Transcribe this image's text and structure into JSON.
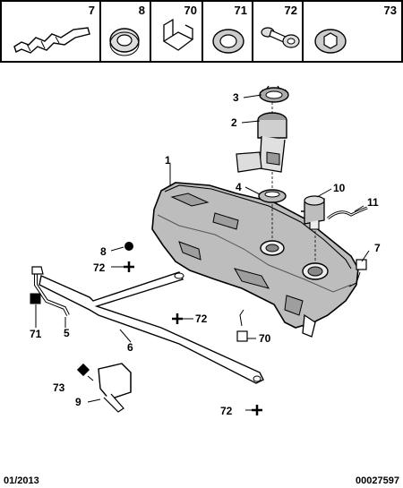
{
  "legend": [
    {
      "ref": "7"
    },
    {
      "ref": "8"
    },
    {
      "ref": "70"
    },
    {
      "ref": "71"
    },
    {
      "ref": "72"
    },
    {
      "ref": "73"
    }
  ],
  "callouts": {
    "c1": "1",
    "c2": "2",
    "c3": "3",
    "c4": "4",
    "c5": "5",
    "c6": "6",
    "c7": "7",
    "c8": "8",
    "c9": "9",
    "c10": "10",
    "c11": "11",
    "c70": "70",
    "c71": "71",
    "c72a": "72",
    "c72b": "72",
    "c72c": "72",
    "c73": "73"
  },
  "footer": {
    "date": "01/2013",
    "code": "00027597"
  }
}
